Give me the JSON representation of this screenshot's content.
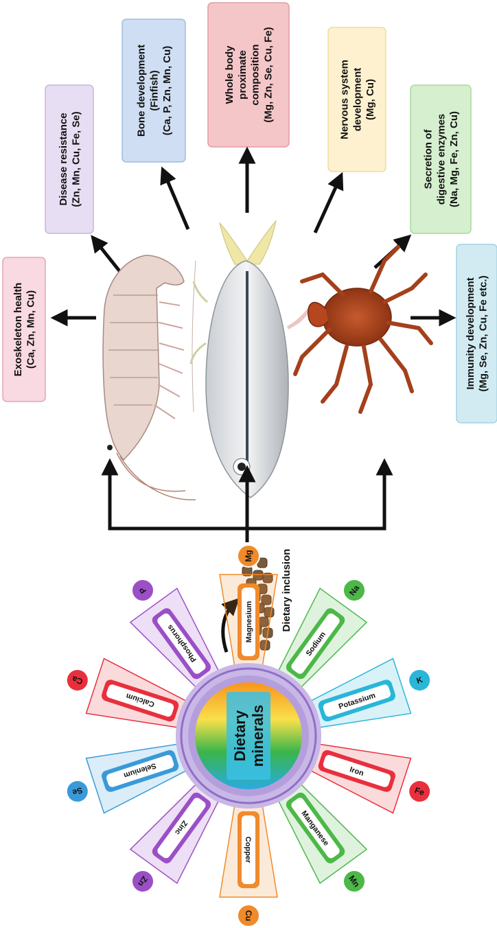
{
  "outcomes": [
    {
      "id": "exoskeleton",
      "lines": [
        "Exoskeleton health",
        "(Ca, Zn, Mn, Cu)"
      ],
      "fill": "#f9d9e2",
      "stroke": "#e8a3b6"
    },
    {
      "id": "disease",
      "lines": [
        "Disease resistance",
        "(Zn, Mn, Cu, Fe, Se)"
      ],
      "fill": "#e8def3",
      "stroke": "#c7b3e0"
    },
    {
      "id": "bone",
      "lines": [
        "Bone development",
        "(Finfish)",
        "(Ca, P, Zn, Mn, Cu)"
      ],
      "fill": "#cfdef2",
      "stroke": "#9fbbe0"
    },
    {
      "id": "proximate",
      "lines": [
        "Whole body",
        "proximate",
        "composition",
        "(Mg, Zn, Se, Cu, Fe)"
      ],
      "fill": "#f4c6c8",
      "stroke": "#e19ca0"
    },
    {
      "id": "nervous",
      "lines": [
        "Nervous system",
        "development",
        "(Mg, Cu)"
      ],
      "fill": "#fdf1cf",
      "stroke": "#eedca0"
    },
    {
      "id": "digestive",
      "lines": [
        "Secretion of",
        "digestive enzymes",
        "(Na, Mg, Fe, Zn, Cu)"
      ],
      "fill": "#d6efcf",
      "stroke": "#a9d99c"
    },
    {
      "id": "immunity",
      "lines": [
        "Immunity development",
        "(Mg, Se, Zn, Cu, Fe etc.)"
      ],
      "fill": "#d2ebf2",
      "stroke": "#a3d2e2"
    }
  ],
  "dietary_inclusion_label": "Dietary inclusion",
  "center": {
    "lines": [
      "Dietary",
      "minerals"
    ]
  },
  "minerals": [
    {
      "name": "Magnesium",
      "symbol": "Mg",
      "color": "#f08a2b"
    },
    {
      "name": "Sodium",
      "symbol": "Na",
      "color": "#4cb848"
    },
    {
      "name": "Potassium",
      "symbol": "K",
      "color": "#29b6d8"
    },
    {
      "name": "Iron",
      "symbol": "Fe",
      "color": "#e8303d"
    },
    {
      "name": "Manganese",
      "symbol": "Mn",
      "color": "#4cb848"
    },
    {
      "name": "Copper",
      "symbol": "Cu",
      "color": "#f08a2b"
    },
    {
      "name": "Zinc",
      "symbol": "Zn",
      "color": "#9b4fc7"
    },
    {
      "name": "Selenium",
      "symbol": "Se",
      "color": "#3a9ad9"
    },
    {
      "name": "Calcium",
      "symbol": "Ca",
      "color": "#e8303d"
    },
    {
      "name": "Phosphorus",
      "symbol": "P",
      "color": "#9b4fc7"
    }
  ]
}
